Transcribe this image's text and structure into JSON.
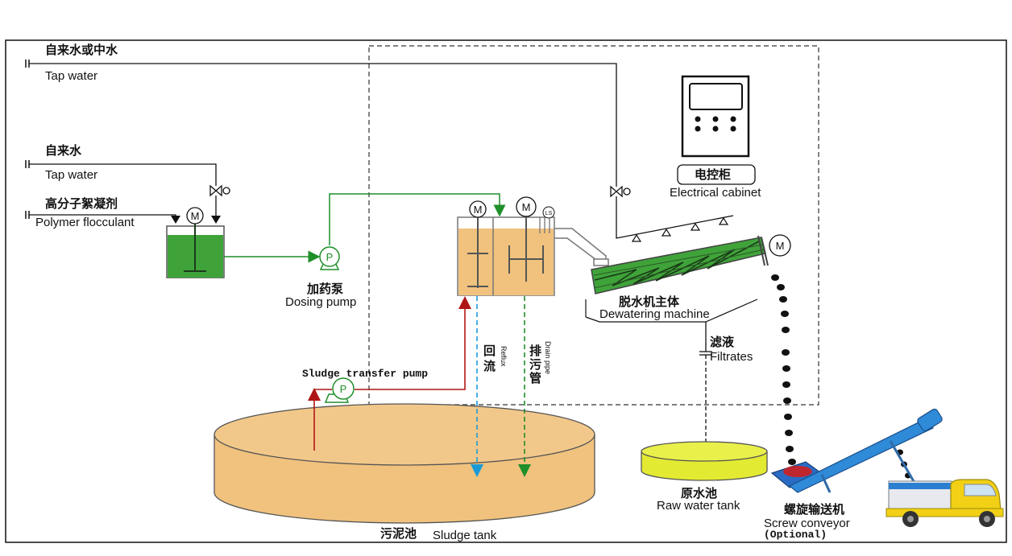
{
  "labels": {
    "tap_water_top_cn": "自来水或中水",
    "tap_water_top_en": "Tap water",
    "tap_water_cn": "自来水",
    "tap_water_en": "Tap water",
    "polymer_cn": "高分子絮凝剂",
    "polymer_en": "Polymer flocculant",
    "dosing_pump_cn": "加药泵",
    "dosing_pump_en": "Dosing pump",
    "cabinet_cn": "电控柜",
    "cabinet_en": "Electrical cabinet",
    "dewatering_cn": "脱水机主体",
    "dewatering_en": "Dewatering machine",
    "filtrates_cn": "滤液",
    "filtrates_en": "Filtrates",
    "reflux_cn": "回流",
    "reflux_en": "Reflux",
    "drain_cn": "排污管",
    "drain_en": "Drain pipe",
    "sludge_pump_en": "Sludge transfer pump",
    "sludge_tank_cn": "污泥池",
    "sludge_tank_en": "Sludge tank",
    "raw_tank_cn": "原水池",
    "raw_tank_en": "Raw water tank",
    "screw_cn": "螺旋输送机",
    "screw_en": "Screw conveyor",
    "optional": "(Optional)"
  },
  "colors": {
    "dosing_line": "#1f8f2a",
    "sludge_transfer_line": "#b01515",
    "reflux_line": "#1a9bd7",
    "drain_line": "#1f8f2a",
    "sludge": "#f0c27e",
    "flocculant": "#3fa33a",
    "raw_water": "#e3ea32"
  },
  "icons": [
    "motor-icon",
    "pump-icon",
    "valve-icon",
    "level-switch-icon",
    "spray-nozzle-icon",
    "electrical-cabinet-icon",
    "truck-icon"
  ]
}
